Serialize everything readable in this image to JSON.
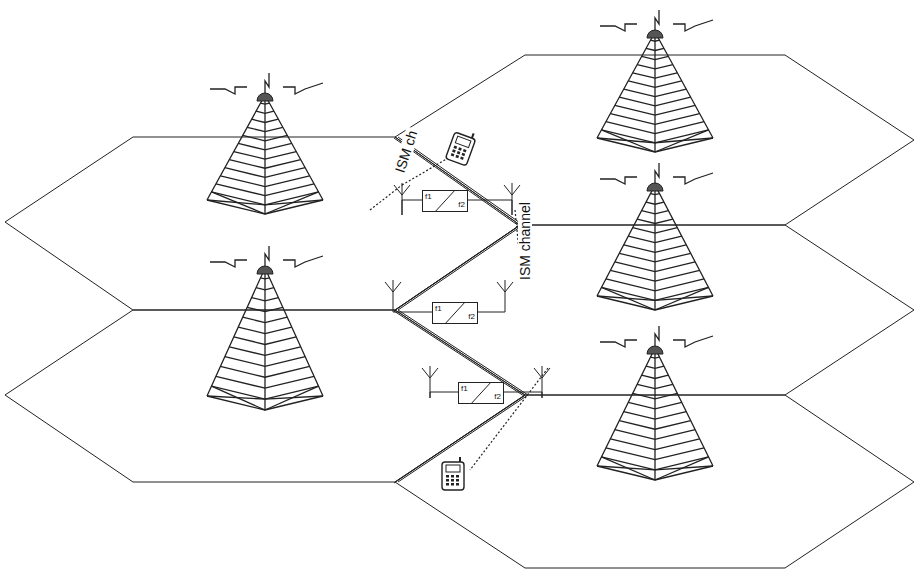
{
  "diagram": {
    "nodes": [
      {
        "text": [
          "f1",
          "f2"
        ]
      },
      {
        "text": [
          "f1",
          "f2"
        ]
      },
      {
        "text": [
          "f1",
          "f2"
        ]
      }
    ],
    "labels": [
      "ISM ch",
      "ISM channel"
    ]
  }
}
